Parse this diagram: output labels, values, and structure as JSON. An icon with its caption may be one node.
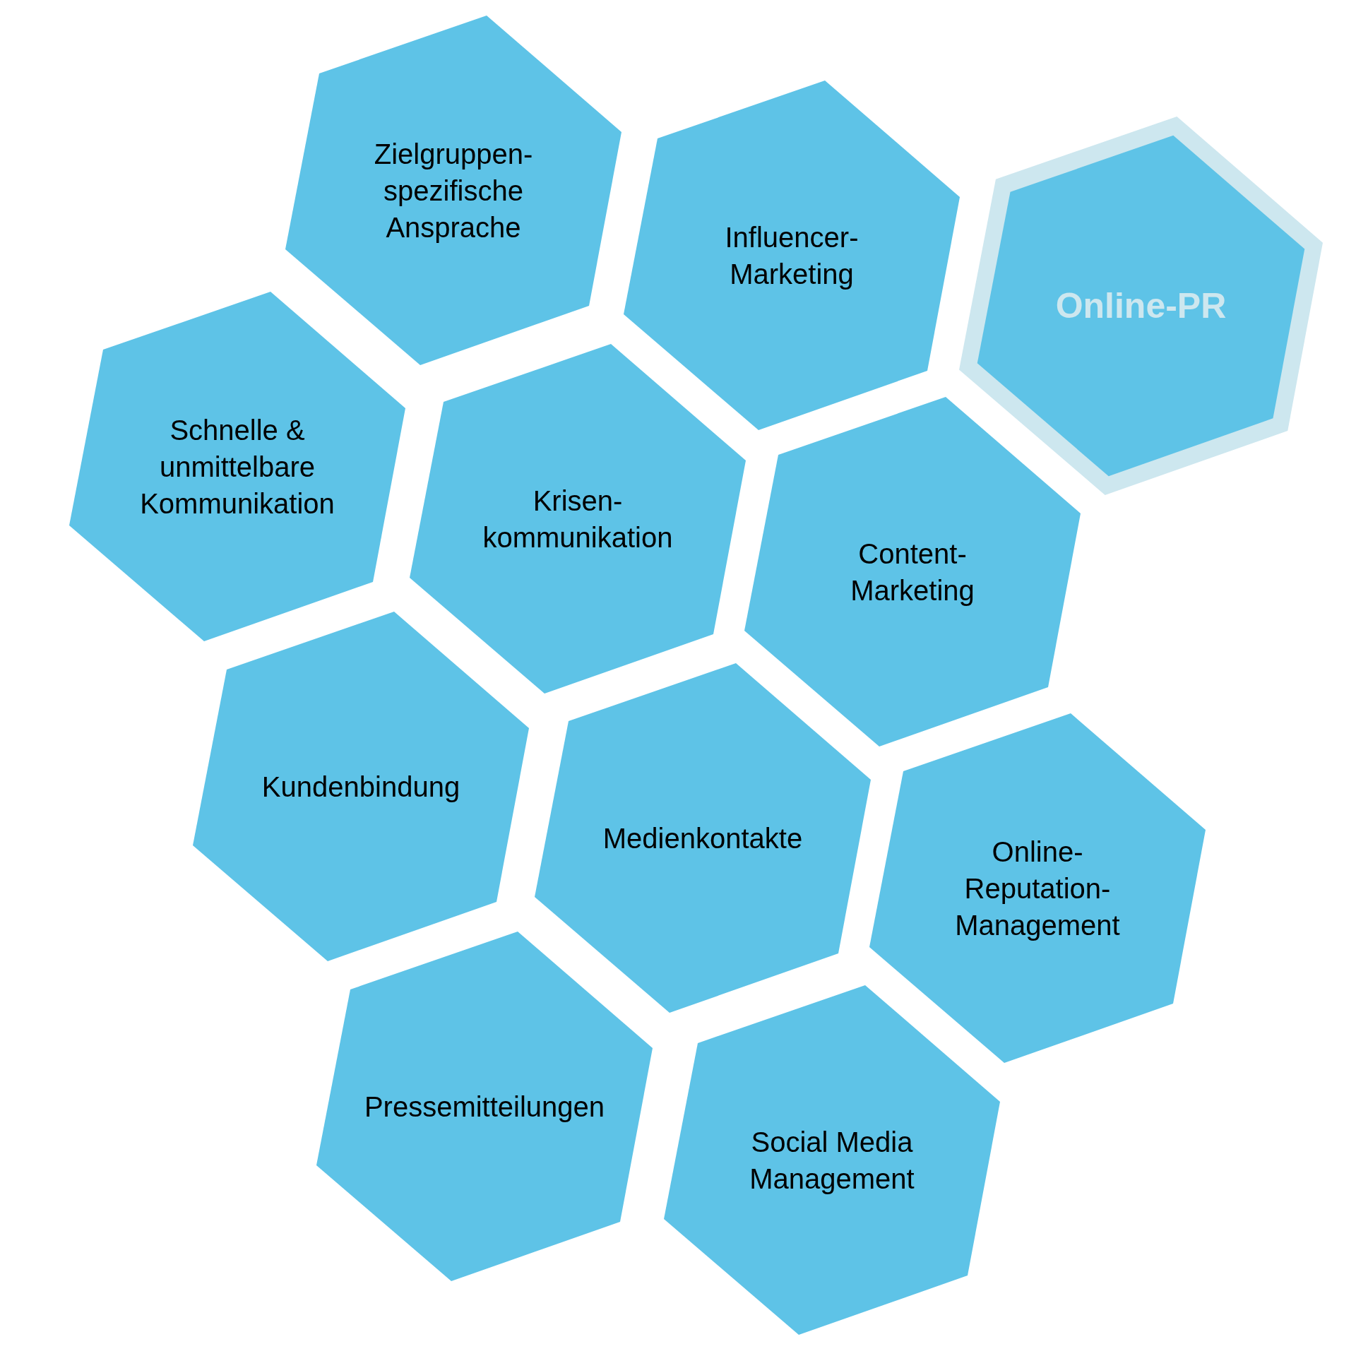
{
  "diagram": {
    "nodes": [
      {
        "text": [
          "Zielgruppen- spezifische Ansprache"
        ]
      },
      {
        "text": [
          "Influencer- Marketing"
        ]
      },
      {
        "text": [
          "Online-PR"
        ]
      },
      {
        "text": [
          "Schnelle & unmittelbare Kommunikation"
        ]
      },
      {
        "text": [
          "Krisen- kommunikation"
        ]
      },
      {
        "text": [
          "Content- Marketing"
        ]
      },
      {
        "text": [
          "Kundenbindung"
        ]
      },
      {
        "text": [
          "Medienkontakte"
        ]
      },
      {
        "text": [
          "Online- Reputation- Management"
        ]
      },
      {
        "text": [
          "Pressemitteilungen"
        ]
      },
      {
        "text": [
          "Social Media Management"
        ]
      }
    ]
  }
}
